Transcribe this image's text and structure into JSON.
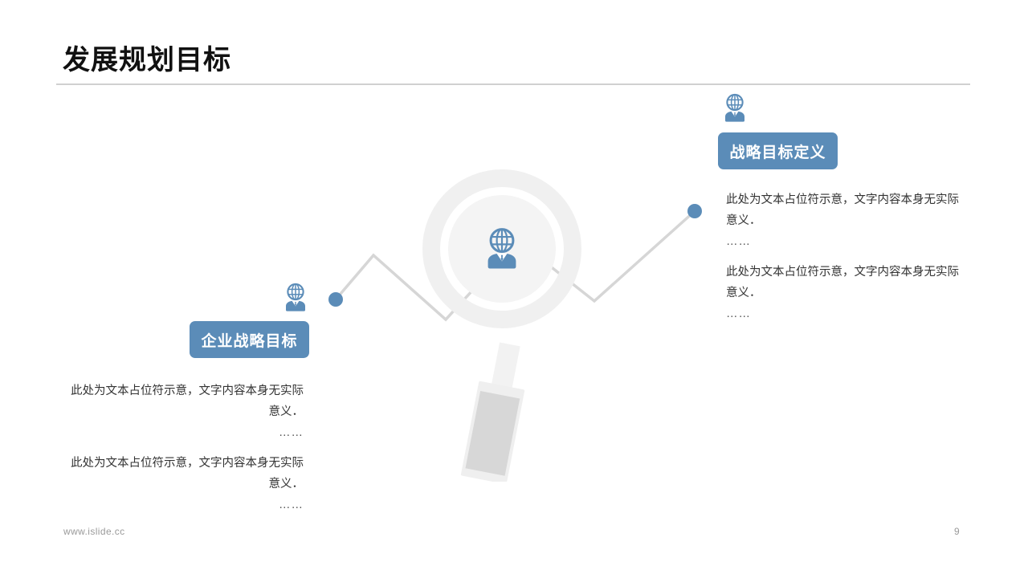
{
  "slide": {
    "title": "发展规划目标",
    "background_color": "#ffffff",
    "accent_color": "#5b8cb8",
    "divider_color": "#d0d0d0"
  },
  "center_graphic": {
    "name": "magnifier-with-person-globe-icon",
    "icon": "person-globe-icon",
    "ring_color": "#f0f0f0",
    "lens_color": "#f4f4f4",
    "handle_color": "#d9d9d9"
  },
  "nodes": {
    "left_dot_color": "#5b8cb8",
    "right_dot_color": "#5b8cb8",
    "line_color": "#d6d6d6"
  },
  "blocks": [
    {
      "id": "left",
      "icon": "person-globe-icon",
      "label": "企业战略目标",
      "paragraphs": [
        {
          "text": "此处为文本占位符示意，文字内容本身无实际意义．",
          "ellipsis": "……"
        },
        {
          "text": "此处为文本占位符示意，文字内容本身无实际意义．",
          "ellipsis": "……"
        }
      ]
    },
    {
      "id": "right",
      "icon": "person-globe-icon",
      "label": "战略目标定义",
      "paragraphs": [
        {
          "text": "此处为文本占位符示意，文字内容本身无实际意义．",
          "ellipsis": "……"
        },
        {
          "text": "此处为文本占位符示意，文字内容本身无实际意义．",
          "ellipsis": "……"
        }
      ]
    }
  ],
  "footer": {
    "site": "www.islide.cc",
    "page_number": "9"
  }
}
